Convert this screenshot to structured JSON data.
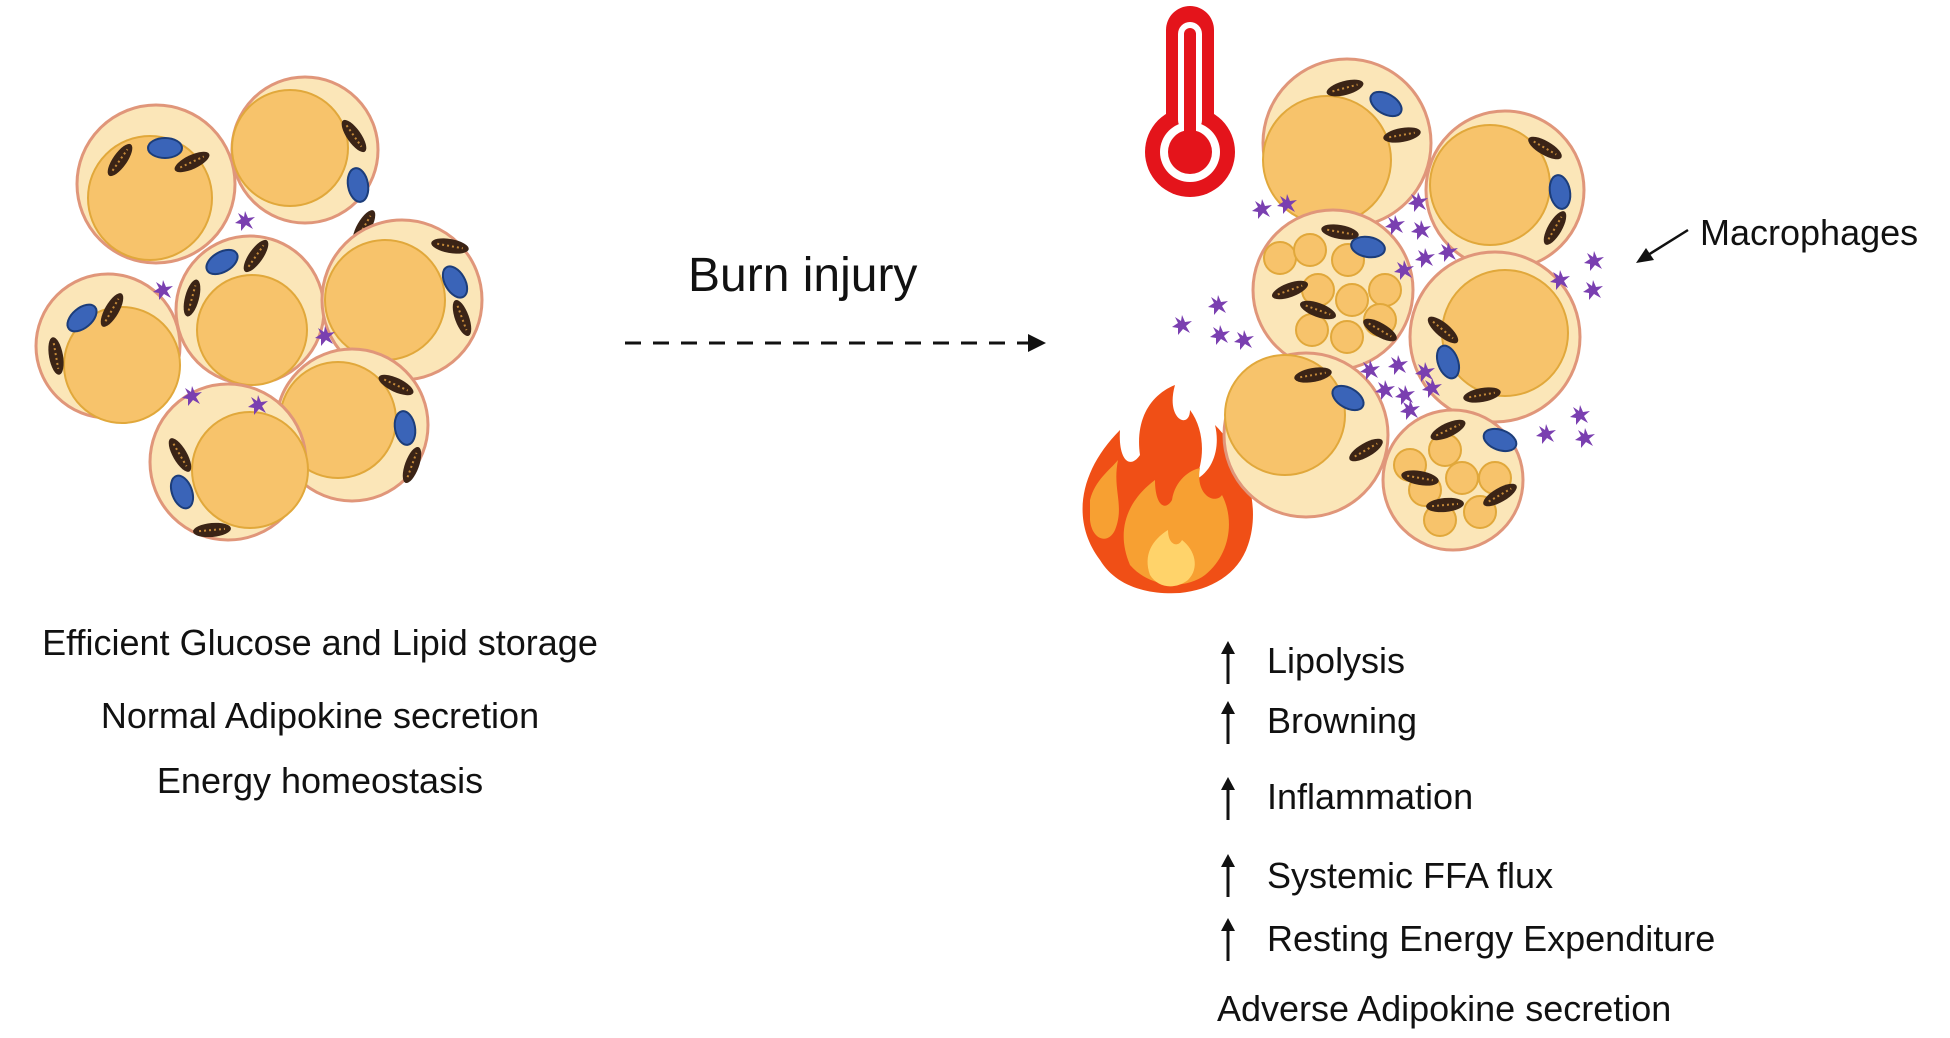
{
  "arrow_label": "Burn injury",
  "macrophage_label": "Macrophages",
  "left_effects": [
    "Efficient Glucose and Lipid storage",
    "Normal Adipokine secretion",
    "Energy homeostasis"
  ],
  "right_effects": [
    "Lipolysis",
    "Browning",
    "Inflammation",
    "Systemic FFA flux",
    "Resting Energy Expenditure"
  ],
  "right_footer": "Adverse Adipokine secretion",
  "colors": {
    "cell_fill": "#fbe6b8",
    "cell_outline": "#e0967a",
    "lipid_droplet": "#f7c36b",
    "nucleus": "#3a64b8",
    "mitochondria": "#3b2416",
    "macrophage": "#7a3fb0",
    "thermometer": "#e4141b",
    "flame_outer": "#f04f16",
    "flame_inner": "#ffd36a"
  }
}
